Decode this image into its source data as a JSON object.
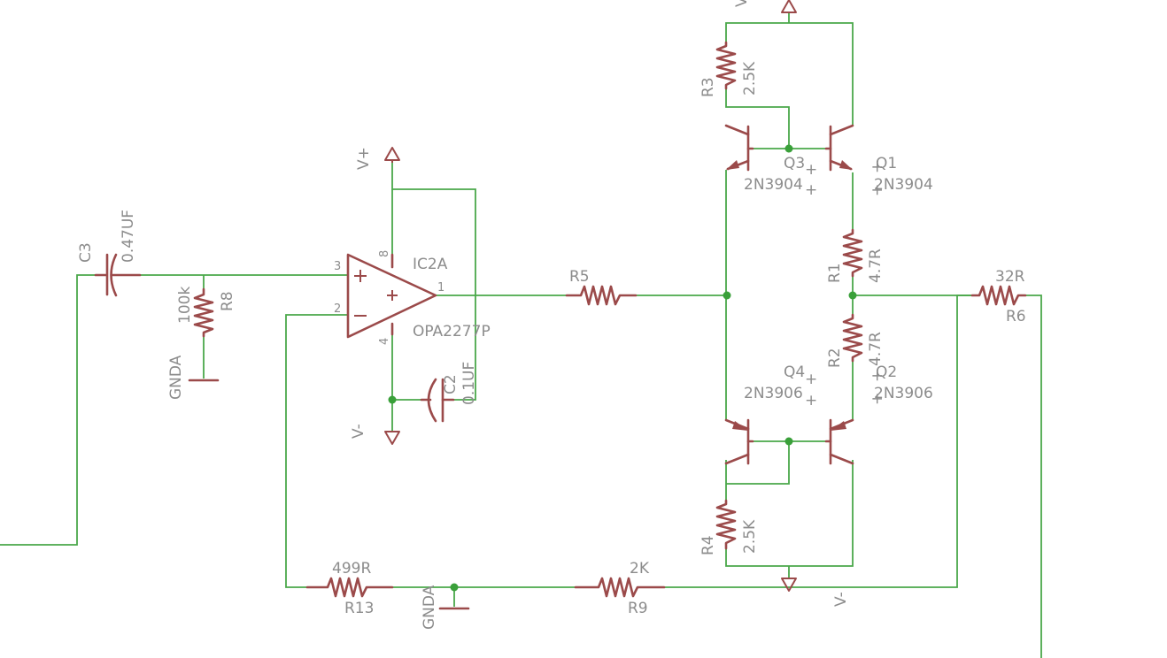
{
  "components": {
    "C3": {
      "name": "C3",
      "value": "0.47UF"
    },
    "R8": {
      "name": "R8",
      "value": "100k"
    },
    "GNDA_left": {
      "label": "GNDA"
    },
    "IC2A": {
      "name": "IC2A",
      "value": "OPA2277P",
      "pins": {
        "noninv": "3",
        "inv": "2",
        "out": "1",
        "vplus": "8",
        "vminus": "4"
      },
      "plus_sign": "+",
      "minus_sign": "−"
    },
    "VPLUS_opamp": {
      "label": "V+"
    },
    "VMINUS_opamp": {
      "label": "V-"
    },
    "C2": {
      "name": "C2",
      "value": "0.1UF"
    },
    "R5": {
      "name": "R5"
    },
    "R3": {
      "name": "R3",
      "value": "2.5K"
    },
    "R4": {
      "name": "R4",
      "value": "2.5K"
    },
    "R1": {
      "name": "R1",
      "value": "4.7R"
    },
    "R2": {
      "name": "R2",
      "value": "4.7R"
    },
    "Q1": {
      "name": "Q1",
      "value": "2N3904"
    },
    "Q2": {
      "name": "Q2",
      "value": "2N3906"
    },
    "Q3": {
      "name": "Q3",
      "value": "2N3904"
    },
    "Q4": {
      "name": "Q4",
      "value": "2N3906"
    },
    "R6": {
      "name": "R6",
      "value": "32R"
    },
    "R13": {
      "name": "R13",
      "value": "499R"
    },
    "R9": {
      "name": "R9",
      "value": "2K"
    },
    "GNDA_bottom": {
      "label": "GNDA"
    },
    "VMINUS_bottom": {
      "label": "V-"
    },
    "VPLUS_top": {
      "label": "V+"
    }
  },
  "marks": {
    "plus": "+"
  },
  "colors": {
    "wire": "#4aa84a",
    "part": "#9b4a4a",
    "junction": "#3aa03a",
    "text": "#8c8c8c"
  }
}
